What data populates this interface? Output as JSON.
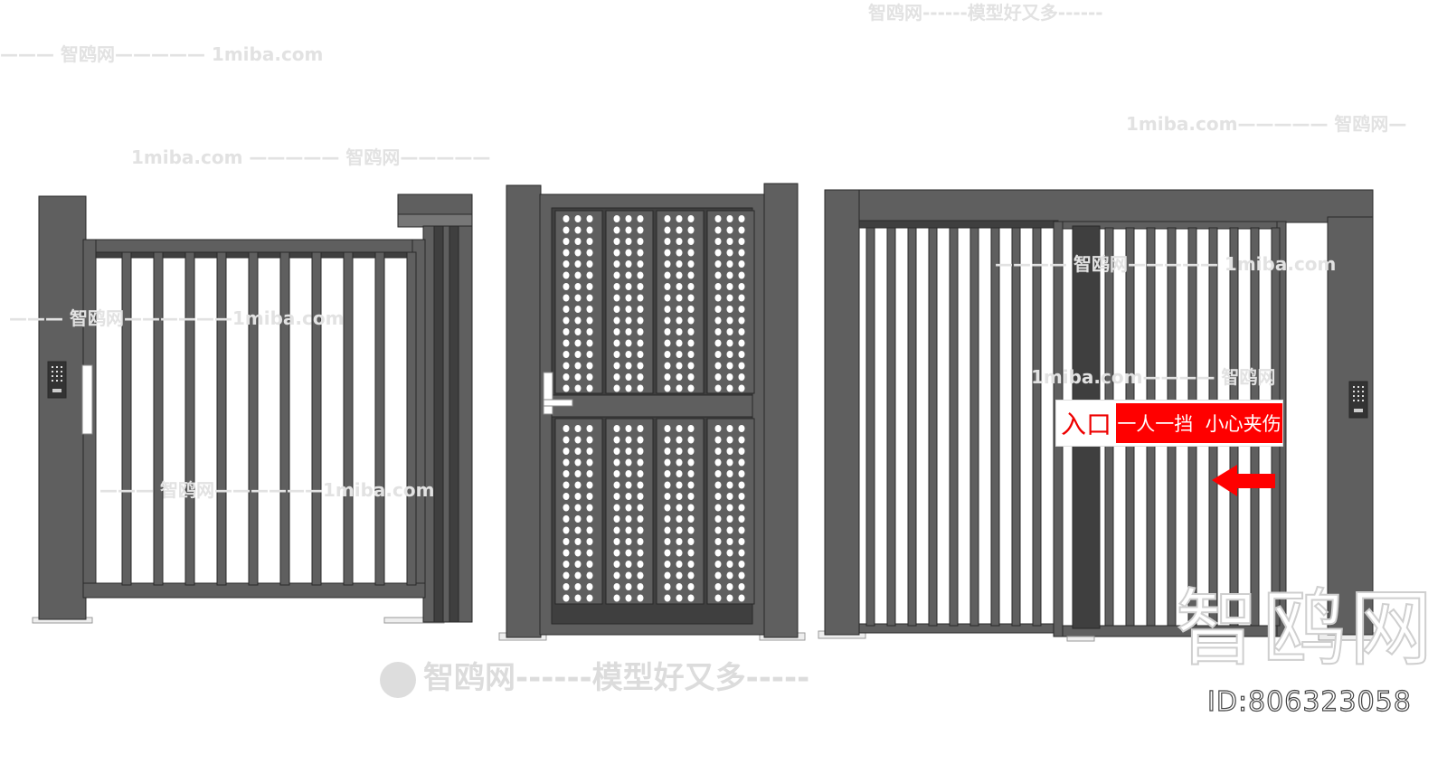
{
  "watermarks": {
    "top_banner": "智鸥网------模型好又多------",
    "left_top": "——— 智鸥网————— 1miba.com",
    "mid_left": "1miba.com ————— 智鸥网—————",
    "right_top": "1miba.com————— 智鸥网—",
    "gate1_mid": "——— 智鸥网——————1miba.com",
    "gate1_low": "——— 智鸥网——————1miba.com",
    "gate3_mid": "———— 智鸥网————— 1miba.com",
    "gate3_sign": "1miba.com———— 智鸥网",
    "bottom_banner": "智鸥网------模型好又多-----",
    "big_logo": "智鸥网",
    "id_label": "ID:806323058"
  },
  "sign": {
    "entrance": "入口",
    "warning": "一人一挡  小心夹伤",
    "color_bg": "#ff0000",
    "color_text": "#e00000"
  },
  "colors": {
    "metal": "#5f5f5f",
    "metal_dark": "#3f3f3f",
    "edge": "#2a2a2a"
  }
}
